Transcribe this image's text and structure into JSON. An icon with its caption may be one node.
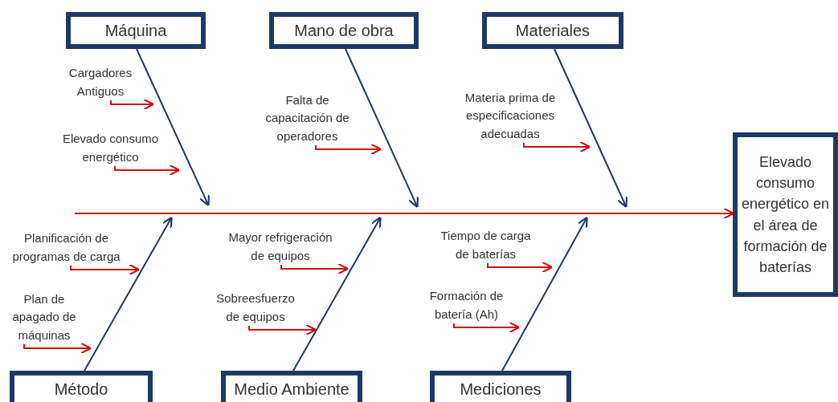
{
  "diagram": {
    "nodes": [
      {
        "text": [
          "Máquina"
        ]
      },
      {
        "text": [
          "Mano de obra"
        ]
      },
      {
        "text": [
          "Materiales"
        ]
      },
      {
        "text": [
          "Elevado consumo energético en el área de formación de baterías"
        ]
      },
      {
        "text": [
          "Método"
        ]
      },
      {
        "text": [
          "Medio Ambiente"
        ]
      },
      {
        "text": [
          "Mediciones"
        ]
      },
      {
        "text": [
          "Cargadores Antiguos"
        ]
      },
      {
        "text": [
          "Elevado consumo energético"
        ]
      },
      {
        "text": [
          "Falta de capacitación de operadores"
        ]
      },
      {
        "text": [
          "Materia prima de especificaciones adecuadas"
        ]
      },
      {
        "text": [
          "Planificación de programas de carga"
        ]
      },
      {
        "text": [
          "Plan de apagado de máquinas"
        ]
      },
      {
        "text": [
          "Mayor refrigeración de equipos"
        ]
      },
      {
        "text": [
          "Sobreesfuerzo de equipos"
        ]
      },
      {
        "text": [
          "Tiempo de carga de baterías"
        ]
      },
      {
        "text": [
          "Formación de batería (Ah)"
        ]
      }
    ],
    "edges": [
      {
        "from": null,
        "to": 3,
        "arrow": "to"
      },
      {
        "from": 0,
        "to": null,
        "arrow": "to",
        "color": "#1f3864"
      },
      {
        "from": 1,
        "to": null,
        "arrow": "to",
        "color": "#1f3864"
      },
      {
        "from": 2,
        "to": null,
        "arrow": "to",
        "color": "#1f3864"
      },
      {
        "from": 4,
        "to": null,
        "arrow": "to",
        "color": "#1f3864"
      },
      {
        "from": 5,
        "to": null,
        "arrow": "to",
        "color": "#1f3864"
      },
      {
        "from": 6,
        "to": null,
        "arrow": "to",
        "color": "#1f3864"
      },
      {
        "from": 7,
        "to": null,
        "arrow": "to"
      },
      {
        "from": 8,
        "to": null,
        "arrow": "to"
      },
      {
        "from": 9,
        "to": null,
        "arrow": "to"
      },
      {
        "from": 10,
        "to": null,
        "arrow": "to"
      },
      {
        "from": 11,
        "to": null,
        "arrow": "to"
      },
      {
        "from": 12,
        "to": null,
        "arrow": "to"
      },
      {
        "from": 13,
        "to": null,
        "arrow": "to"
      },
      {
        "from": 14,
        "to": null,
        "arrow": "to"
      },
      {
        "from": 15,
        "to": null,
        "arrow": "to"
      },
      {
        "from": 16,
        "to": null,
        "arrow": "to"
      }
    ]
  }
}
